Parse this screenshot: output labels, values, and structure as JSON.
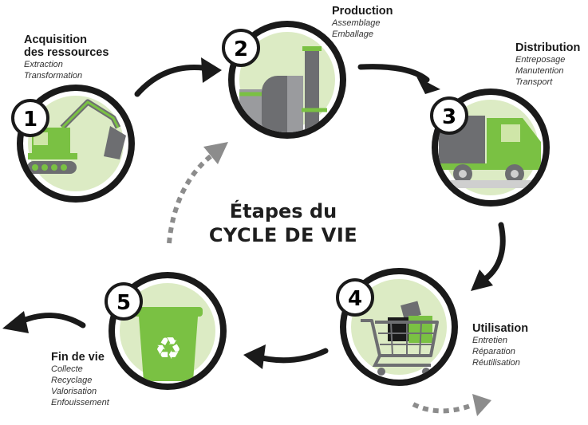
{
  "title": {
    "line1": "Étapes du",
    "line2": "CYCLE DE VIE"
  },
  "stages": [
    {
      "number": "1",
      "title_lines": [
        "Acquisition",
        "des ressources"
      ],
      "items": [
        "Extraction",
        "Transformation"
      ],
      "icon": "excavator-icon"
    },
    {
      "number": "2",
      "title_lines": [
        "Production"
      ],
      "items": [
        "Assemblage",
        "Emballage"
      ],
      "icon": "factory-icon"
    },
    {
      "number": "3",
      "title_lines": [
        "Distribution"
      ],
      "items": [
        "Entreposage",
        "Manutention",
        "Transport"
      ],
      "icon": "truck-icon"
    },
    {
      "number": "4",
      "title_lines": [
        "Utilisation"
      ],
      "items": [
        "Entretien",
        "Réparation",
        "Réutilisation"
      ],
      "icon": "shopping-cart-icon"
    },
    {
      "number": "5",
      "title_lines": [
        "Fin de vie"
      ],
      "items": [
        "Collecte",
        "Recyclage",
        "Valorisation",
        "Enfouissement"
      ],
      "icon": "recycling-bin-icon"
    }
  ],
  "colors": {
    "green": "#7ac143",
    "light_green": "#dcebc4",
    "dark": "#1a1a1a",
    "gray": "#6d6e71",
    "dashed_gray": "#8c8c8c"
  }
}
